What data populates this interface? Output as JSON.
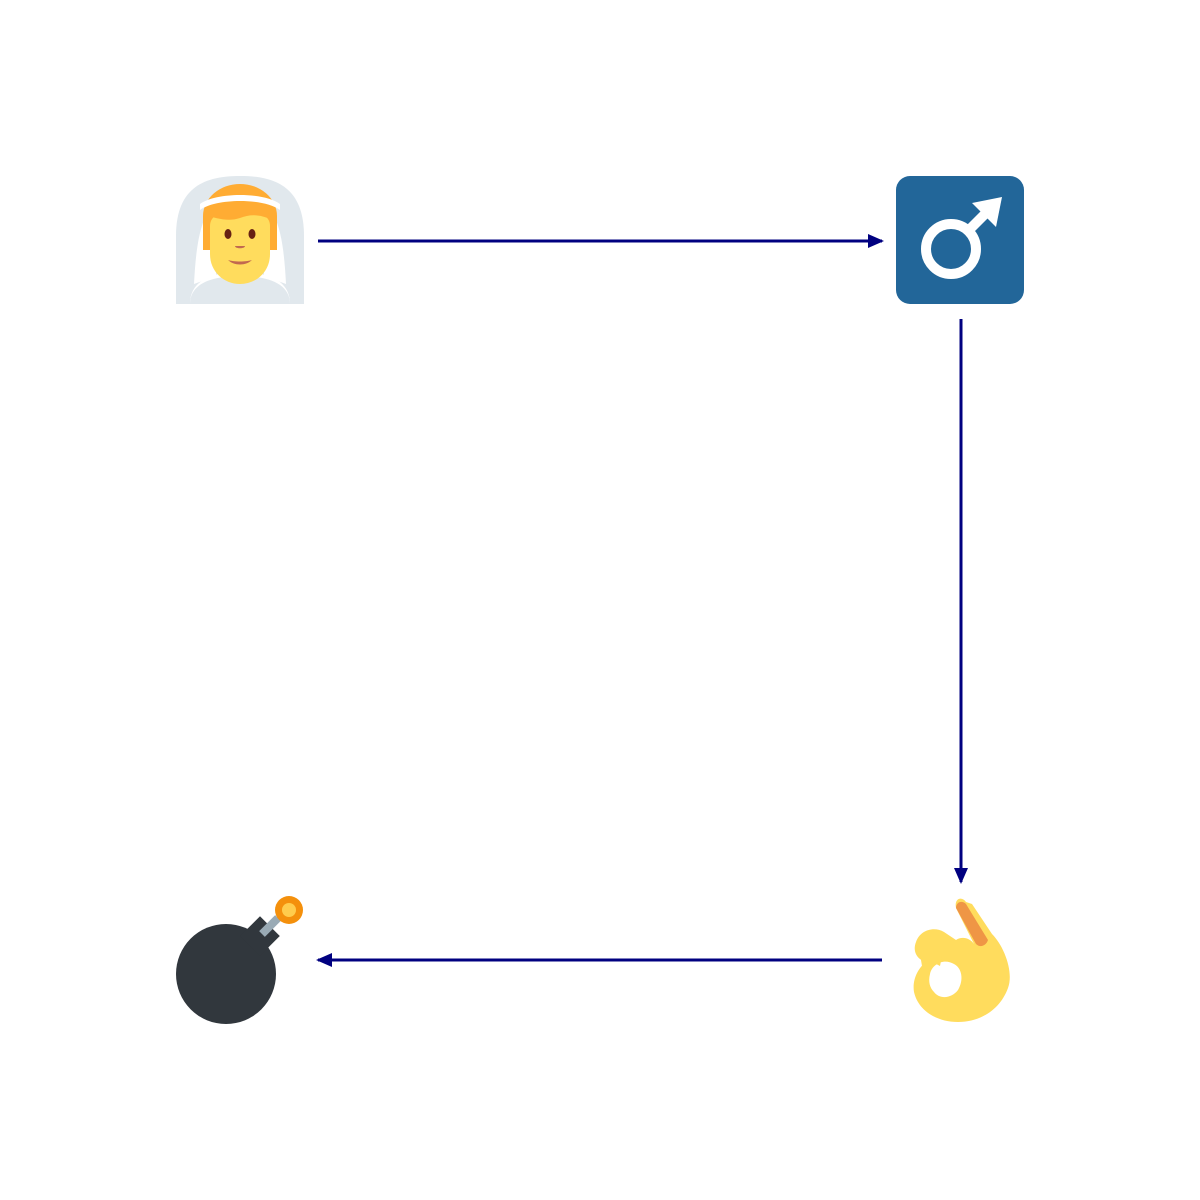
{
  "diagram": {
    "nodes": [
      {
        "id": "n1",
        "icon": "person-with-veil-icon"
      },
      {
        "id": "n2",
        "icon": "male-sign-icon"
      },
      {
        "id": "n3",
        "icon": "ok-hand-icon"
      },
      {
        "id": "n4",
        "icon": "bomb-icon"
      }
    ],
    "edges": [
      {
        "from": "n1",
        "to": "n2"
      },
      {
        "from": "n2",
        "to": "n3"
      },
      {
        "from": "n3",
        "to": "n4"
      }
    ]
  },
  "colors": {
    "background": "#ffffff",
    "arrow": "#000080",
    "veil": "#E1E8ED",
    "hair": "#FFAC33",
    "skin": "#FFDC5D",
    "male_tile": "#226699",
    "male_symbol": "#ffffff",
    "hand_accent": "#EF9645",
    "bomb_body": "#31373D",
    "bomb_cap": "#99AAB5",
    "fuse_outer": "#F4900C",
    "fuse_inner": "#FFCC4D"
  }
}
